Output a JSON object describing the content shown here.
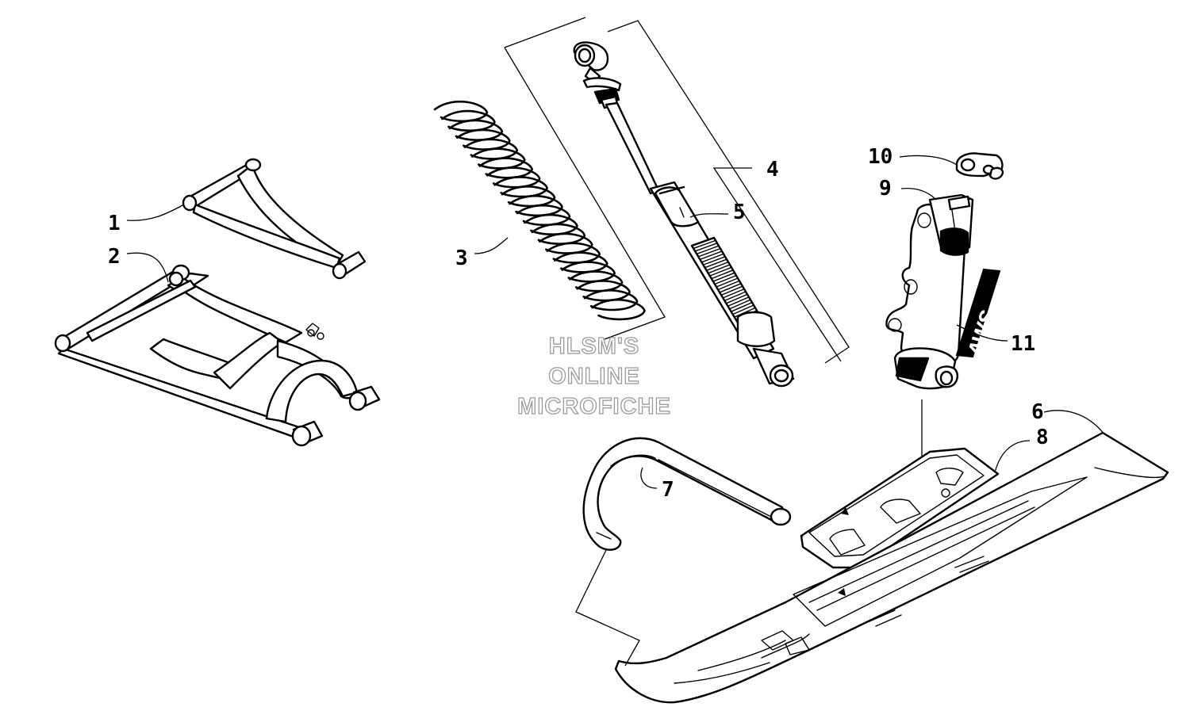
{
  "callouts": [
    {
      "id": "1",
      "label": "1"
    },
    {
      "id": "2",
      "label": "2"
    },
    {
      "id": "3",
      "label": "3"
    },
    {
      "id": "4",
      "label": "4"
    },
    {
      "id": "5",
      "label": "5"
    },
    {
      "id": "6",
      "label": "6"
    },
    {
      "id": "7",
      "label": "7"
    },
    {
      "id": "8",
      "label": "8"
    },
    {
      "id": "9",
      "label": "9"
    },
    {
      "id": "10",
      "label": "10"
    },
    {
      "id": "11",
      "label": "11"
    }
  ],
  "watermark": {
    "line1": "HLSM'S",
    "line2": "ONLINE",
    "line3": "MICROFICHE"
  },
  "decal": {
    "text": "AWS"
  },
  "colors": {
    "ink": "#000000",
    "background": "#ffffff",
    "watermark": "#9a9a9a"
  }
}
